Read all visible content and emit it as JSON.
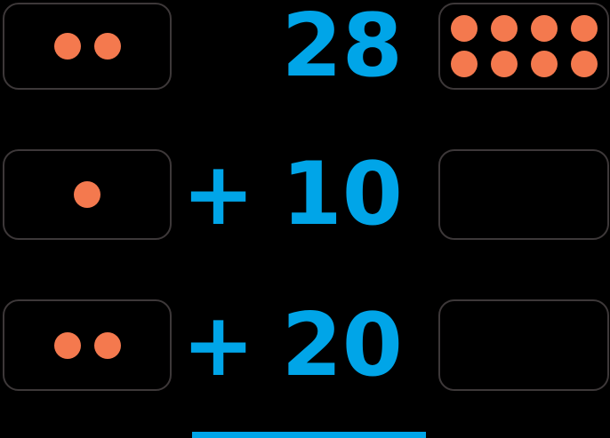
{
  "colors": {
    "accent_blue": "#00A5E8",
    "dot_orange": "#F4794E",
    "box_border": "#3D3839",
    "background": "#000000"
  },
  "problem": {
    "rows": [
      {
        "tens_dots": 2,
        "operator": "",
        "value": "28",
        "ones_dots": 8
      },
      {
        "tens_dots": 1,
        "operator": "+",
        "value": "10",
        "ones_dots": 0
      },
      {
        "tens_dots": 2,
        "operator": "+",
        "value": "20",
        "ones_dots": 0
      }
    ]
  }
}
